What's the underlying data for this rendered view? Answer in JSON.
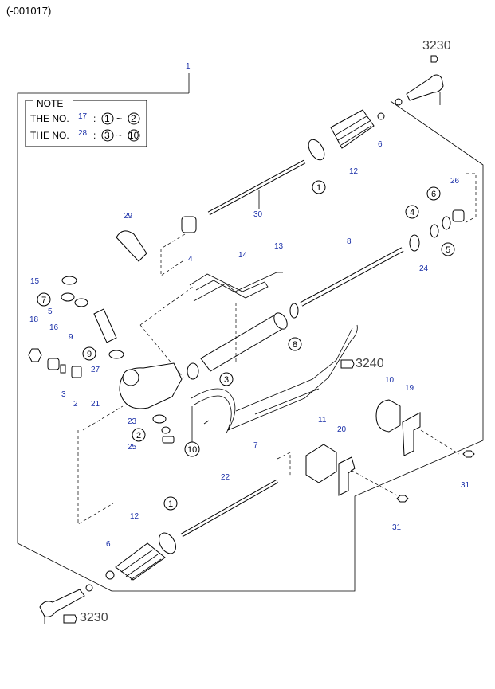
{
  "header": {
    "code": "(-001017)"
  },
  "note": {
    "title": "NOTE",
    "line1": {
      "prefix": "THE NO.",
      "ref": "17",
      "colon": ":",
      "a": "1",
      "tilde": "~",
      "b": "2"
    },
    "line2": {
      "prefix": "THE NO.",
      "ref": "28",
      "colon": ":",
      "a": "3",
      "tilde": "~",
      "b": "10"
    }
  },
  "refs": {
    "top": "3230",
    "mid": "3240",
    "bottom": "3230"
  },
  "labels": {
    "l1": "1",
    "l29": "29",
    "l4a": "4",
    "l30": "30",
    "l12a": "12",
    "l6a": "6",
    "l14": "14",
    "l13": "13",
    "l8": "8",
    "l26": "26",
    "l24": "24",
    "l15": "15",
    "l5a": "5",
    "l9": "9",
    "l18": "18",
    "l16": "16",
    "l27": "27",
    "l3": "3",
    "l2": "2",
    "l21": "21",
    "l23": "23",
    "l25": "25",
    "l7": "7",
    "l10": "10",
    "l19": "19",
    "l11": "11",
    "l20": "20",
    "l31a": "31",
    "l31b": "31",
    "l22": "22",
    "l12b": "12",
    "l6b": "6"
  },
  "circled": {
    "c1a": "1",
    "c4": "4",
    "c6": "6",
    "c5": "5",
    "c7": "7",
    "c9": "9",
    "c8": "8",
    "c3": "3",
    "c2": "2",
    "c10": "10",
    "c1b": "1"
  }
}
